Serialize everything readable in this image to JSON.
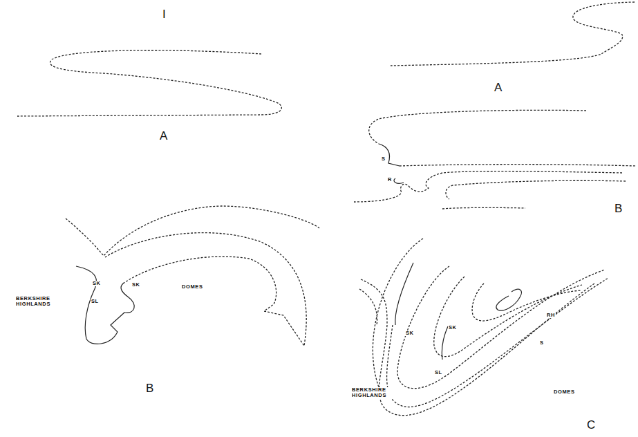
{
  "diagram": {
    "labels": [
      "I",
      "A",
      "A",
      "B",
      "S",
      "R",
      "SK",
      "SK",
      "SL",
      "BERKSHIRE HIGHLANDS",
      "DOMES",
      "B",
      "SK",
      "SL",
      "SK",
      "RH",
      "S",
      "BERKSHIRE HIGHLANDS",
      "DOMES",
      "C"
    ]
  }
}
